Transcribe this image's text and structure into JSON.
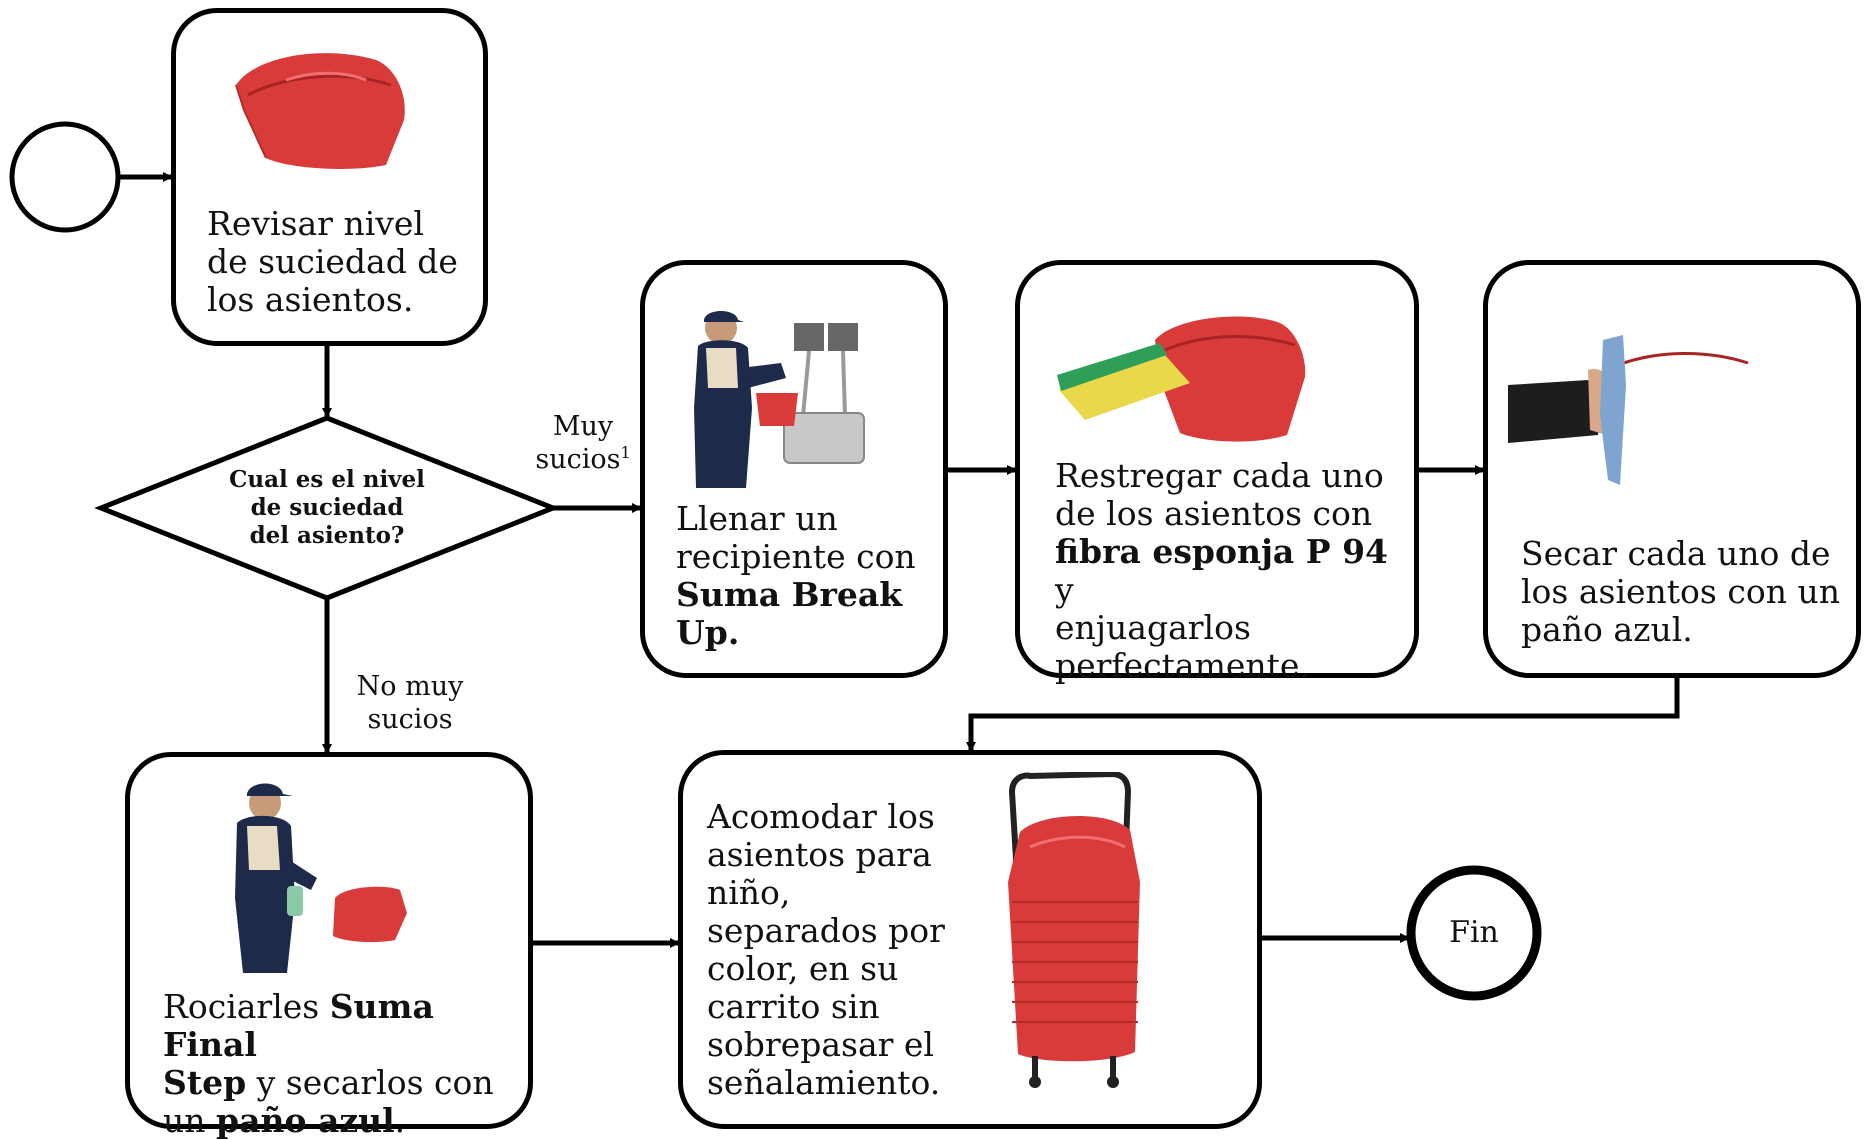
{
  "nodes": {
    "revisar": {
      "text": "Revisar nivel de suciedad de los asientos."
    },
    "decision": {
      "line1": "Cual es el nivel",
      "line2": "de suciedad",
      "line3": "del asiento?"
    },
    "llenar": {
      "line1": "Llenar un",
      "line2": "recipiente con",
      "bold1": "Suma Break",
      "bold2": "Up."
    },
    "restregar": {
      "line1": "Restregar cada uno",
      "line2": "de los asientos con",
      "bold": "fibra esponja P 94",
      "after_bold": " y",
      "line4": "enjuagarlos",
      "line5": "perfectamente."
    },
    "secar": {
      "line1": "Secar cada uno de",
      "line2": "los asientos con un",
      "line3": "paño azul."
    },
    "rociar": {
      "pre": "Rociarles ",
      "bold1": "Suma Final",
      "bold2": "Step",
      "mid": " y secarlos con",
      "pre3": "un ",
      "bold3": "paño azul",
      "post3": "."
    },
    "acomodar": {
      "lines": [
        "Acomodar los",
        "asientos para",
        "niño,",
        "separados por",
        "color, en su",
        "carrito sin",
        "sobrepasar el",
        "señalamiento."
      ]
    },
    "fin": {
      "text": "Fin"
    }
  },
  "edges": {
    "muy_sucios_line1": "Muy",
    "muy_sucios_line2": "sucios",
    "muy_sucios_sup": "1",
    "no_muy_sucios_line1": "No muy",
    "no_muy_sucios_line2": "sucios"
  },
  "icons": {
    "seat": "red-child-seat-icon",
    "worker_filling": "worker-filling-bucket-icon",
    "sponge": "sponge-icon",
    "hand_cloth": "hand-with-blue-cloth-icon",
    "worker_spraying": "worker-spraying-icon",
    "cart": "seat-stack-cart-icon"
  },
  "colors": {
    "seat_red": "#d93a3a",
    "sponge_green": "#2e9e58",
    "sponge_yellow": "#e8d84a",
    "cloth_blue": "#7fa4d0",
    "stroke": "#000000"
  }
}
